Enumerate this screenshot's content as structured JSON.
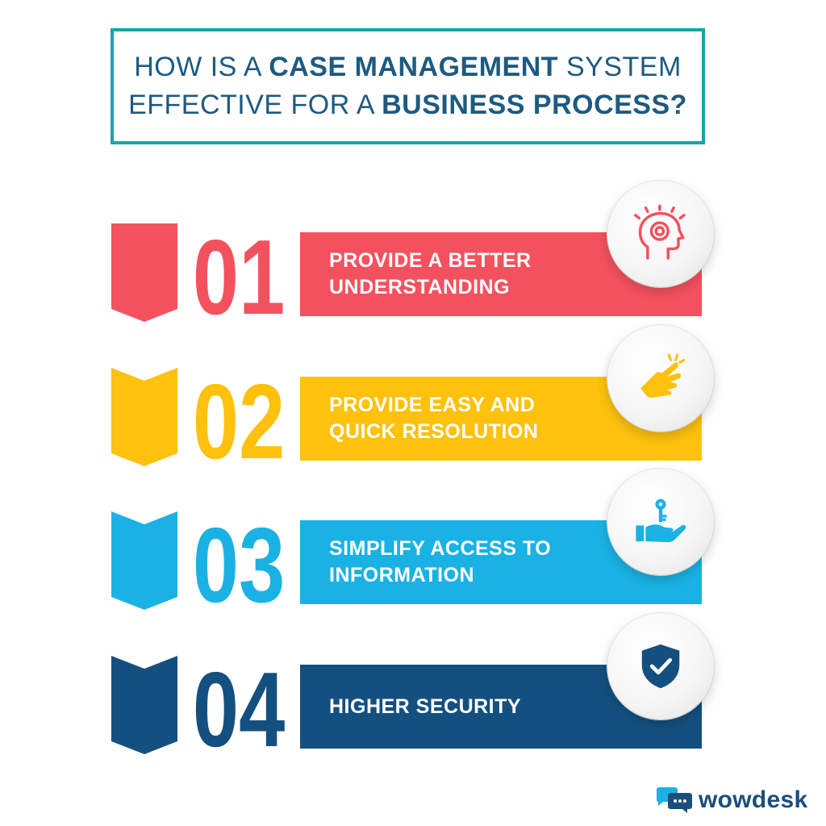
{
  "header": {
    "line1": {
      "pre": "HOW IS A ",
      "bold": "CASE MANAGEMENT",
      "post": " SYSTEM"
    },
    "line2": {
      "pre": "EFFECTIVE FOR A ",
      "bold": "BUSINESS PROCESS?"
    }
  },
  "items": [
    {
      "number": "01",
      "line1": "PROVIDE A BETTER",
      "line2": "UNDERSTANDING",
      "color": "#f4515e",
      "icon": "head-idea-icon"
    },
    {
      "number": "02",
      "line1": "PROVIDE EASY AND",
      "line2": "QUICK RESOLUTION",
      "color": "#fdc10e",
      "icon": "finger-snap-icon"
    },
    {
      "number": "03",
      "line1": "SIMPLIFY ACCESS TO",
      "line2": "INFORMATION",
      "color": "#1ab2e4",
      "icon": "hand-key-icon"
    },
    {
      "number": "04",
      "line1": "HIGHER SECURITY",
      "line2": "",
      "color": "#14507f",
      "icon": "shield-check-icon"
    }
  ],
  "brand": {
    "name": "wowdesk",
    "color": "#1c4e7a",
    "accent": "#1ab2e4"
  }
}
